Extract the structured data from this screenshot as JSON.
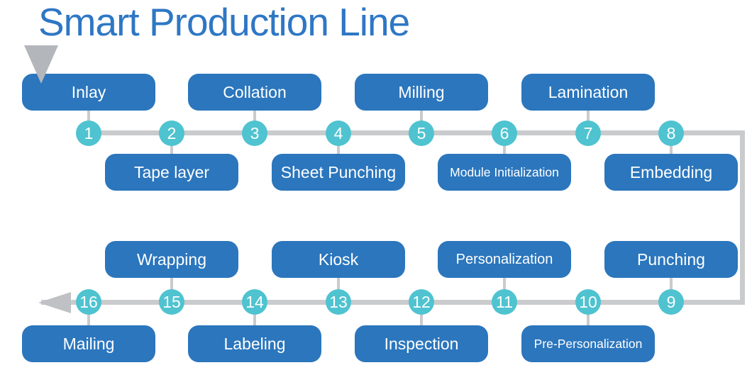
{
  "title": "Smart Production Line",
  "colors": {
    "title_blue": "#2e77c4",
    "box_blue": "#2b76bd",
    "circle_teal": "#4fc3d0",
    "line_gray": "#c9cbcd",
    "pointer_gray": "#b3b6ba"
  },
  "stages": [
    {
      "num": "1",
      "label": "Inlay"
    },
    {
      "num": "2",
      "label": "Tape layer"
    },
    {
      "num": "3",
      "label": "Collation"
    },
    {
      "num": "4",
      "label": "Sheet Punching"
    },
    {
      "num": "5",
      "label": "Milling"
    },
    {
      "num": "6",
      "label": "Module Initialization"
    },
    {
      "num": "7",
      "label": "Lamination"
    },
    {
      "num": "8",
      "label": "Embedding"
    },
    {
      "num": "9",
      "label": "Punching"
    },
    {
      "num": "10",
      "label": "Pre-Personalization"
    },
    {
      "num": "11",
      "label": "Personalization"
    },
    {
      "num": "12",
      "label": "Inspection"
    },
    {
      "num": "13",
      "label": "Kiosk"
    },
    {
      "num": "14",
      "label": "Labeling"
    },
    {
      "num": "15",
      "label": "Wrapping"
    },
    {
      "num": "16",
      "label": "Mailing"
    }
  ]
}
